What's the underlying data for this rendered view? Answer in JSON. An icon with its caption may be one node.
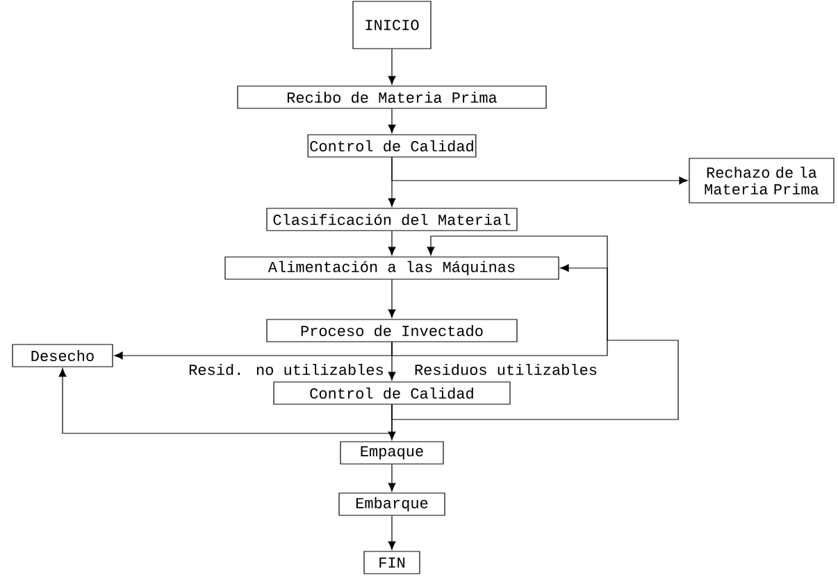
{
  "diagram": {
    "nodes": [
      {
        "text": [
          "INICIO"
        ]
      },
      {
        "text": [
          "Recibo de Materia Prima"
        ]
      },
      {
        "text": [
          "Control de Calidad"
        ]
      },
      {
        "text": [
          "Rechazo de la Materia Prima"
        ]
      },
      {
        "text": [
          "Clasificación del Material"
        ]
      },
      {
        "text": [
          "Alimentación a las Máquinas"
        ]
      },
      {
        "text": [
          "Proceso de Invectado"
        ]
      },
      {
        "text": [
          "Desecho"
        ]
      },
      {
        "text": [
          "Control de Calidad"
        ]
      },
      {
        "text": [
          "Empaque"
        ]
      },
      {
        "text": [
          "Embarque"
        ]
      },
      {
        "text": [
          "FIN"
        ]
      }
    ],
    "edges": [
      {
        "from": 0,
        "to": 1,
        "arrow": "to"
      },
      {
        "from": 1,
        "to": 2,
        "arrow": "to"
      },
      {
        "from": 2,
        "to": 3,
        "arrow": "to"
      },
      {
        "from": 2,
        "to": 4,
        "arrow": "to"
      },
      {
        "from": 4,
        "to": 5,
        "arrow": "to"
      },
      {
        "from": 5,
        "to": 6,
        "arrow": "to"
      },
      {
        "from": 6,
        "to": 7,
        "arrow": "to",
        "label": "Resid. no utilizables"
      },
      {
        "from": 6,
        "to": 8,
        "arrow": "to"
      },
      {
        "from": 6,
        "to": 5,
        "arrow": "to",
        "label": "Residuos utilizables"
      },
      {
        "from": 8,
        "to": 9,
        "arrow": "to"
      },
      {
        "from": 8,
        "to": 7,
        "arrow": "to"
      },
      {
        "from": 8,
        "to": 5,
        "arrow": "to"
      },
      {
        "from": 9,
        "to": 10,
        "arrow": "to"
      },
      {
        "from": 10,
        "to": 11,
        "arrow": "to"
      }
    ]
  }
}
